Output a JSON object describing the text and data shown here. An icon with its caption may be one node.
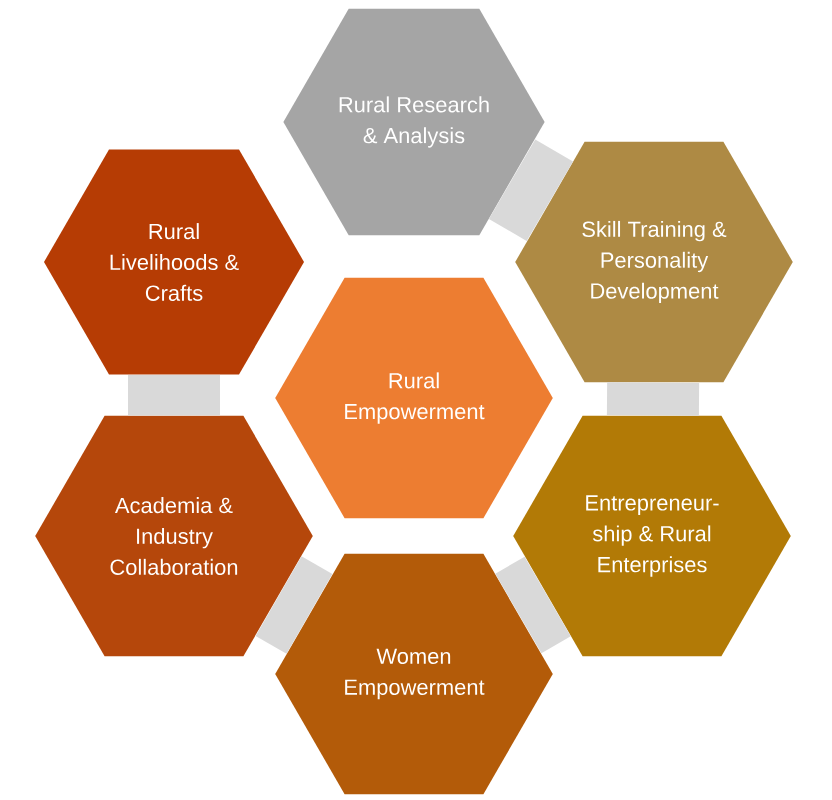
{
  "diagram": {
    "nodes": [
      {
        "text": [
          "Rural Research & Analysis"
        ]
      },
      {
        "text": [
          "Rural Livelihoods & Crafts"
        ]
      },
      {
        "text": [
          "Skill Training & Personality Development"
        ]
      },
      {
        "text": [
          "Rural Empowerment"
        ]
      },
      {
        "text": [
          "Academia & Industry Collaboration"
        ]
      },
      {
        "text": [
          "Entrepreneur- ship & Rural Enterprises"
        ]
      },
      {
        "text": [
          "Women Empowerment"
        ]
      }
    ],
    "edges": [
      {
        "from": 0,
        "to": 2,
        "arrow": "none"
      },
      {
        "from": 2,
        "to": 5,
        "arrow": "none"
      },
      {
        "from": 5,
        "to": 6,
        "arrow": "none"
      },
      {
        "from": 6,
        "to": 4,
        "arrow": "none"
      },
      {
        "from": 4,
        "to": 1,
        "arrow": "none"
      }
    ]
  }
}
